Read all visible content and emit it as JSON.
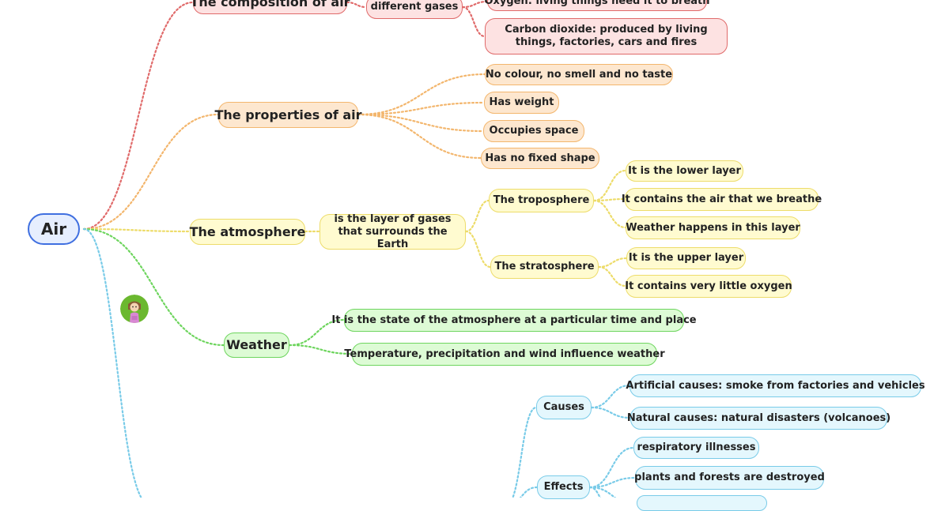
{
  "root": {
    "label": "Air"
  },
  "composition": {
    "label": "The composition of air",
    "child": "different gases",
    "items": [
      "Oxygen: living things need it to breath",
      "Carbon dioxide: produced by living things, factories, cars and fires"
    ]
  },
  "properties": {
    "label": "The properties of air",
    "items": [
      "No colour, no smell and no taste",
      "Has weight",
      "Occupies space",
      "Has no fixed shape"
    ]
  },
  "atmosphere": {
    "label": "The atmosphere",
    "definition": "is the layer of gases that surrounds the Earth",
    "troposphere": {
      "label": "The troposphere",
      "items": [
        "It is the lower layer",
        "It contains the air that we breathe",
        "Weather happens in this layer"
      ]
    },
    "stratosphere": {
      "label": "The stratosphere",
      "items": [
        "It is the upper layer",
        "It contains very little oxygen"
      ]
    }
  },
  "weather": {
    "label": "Weather",
    "items": [
      "It is the state of the atmosphere at a particular time and place",
      "Temperature, precipitation and wind influence weather"
    ]
  },
  "pollution": {
    "causes": {
      "label": "Causes",
      "items": [
        "Artificial causes: smoke from factories and vehicles",
        "Natural causes: natural disasters (volcanoes)"
      ]
    },
    "effects": {
      "label": "Effects",
      "items": [
        "respiratory illnesses",
        "plants and forests are destroyed"
      ]
    }
  },
  "colors": {
    "root": "#3f6fe0",
    "composition": "#e06a6a",
    "properties": "#f3b66d",
    "atmosphere": "#eddc6a",
    "weather": "#6ed55e",
    "pollution": "#79cbe8"
  },
  "icons": {
    "avatar": "cartoon-child-avatar-icon"
  }
}
